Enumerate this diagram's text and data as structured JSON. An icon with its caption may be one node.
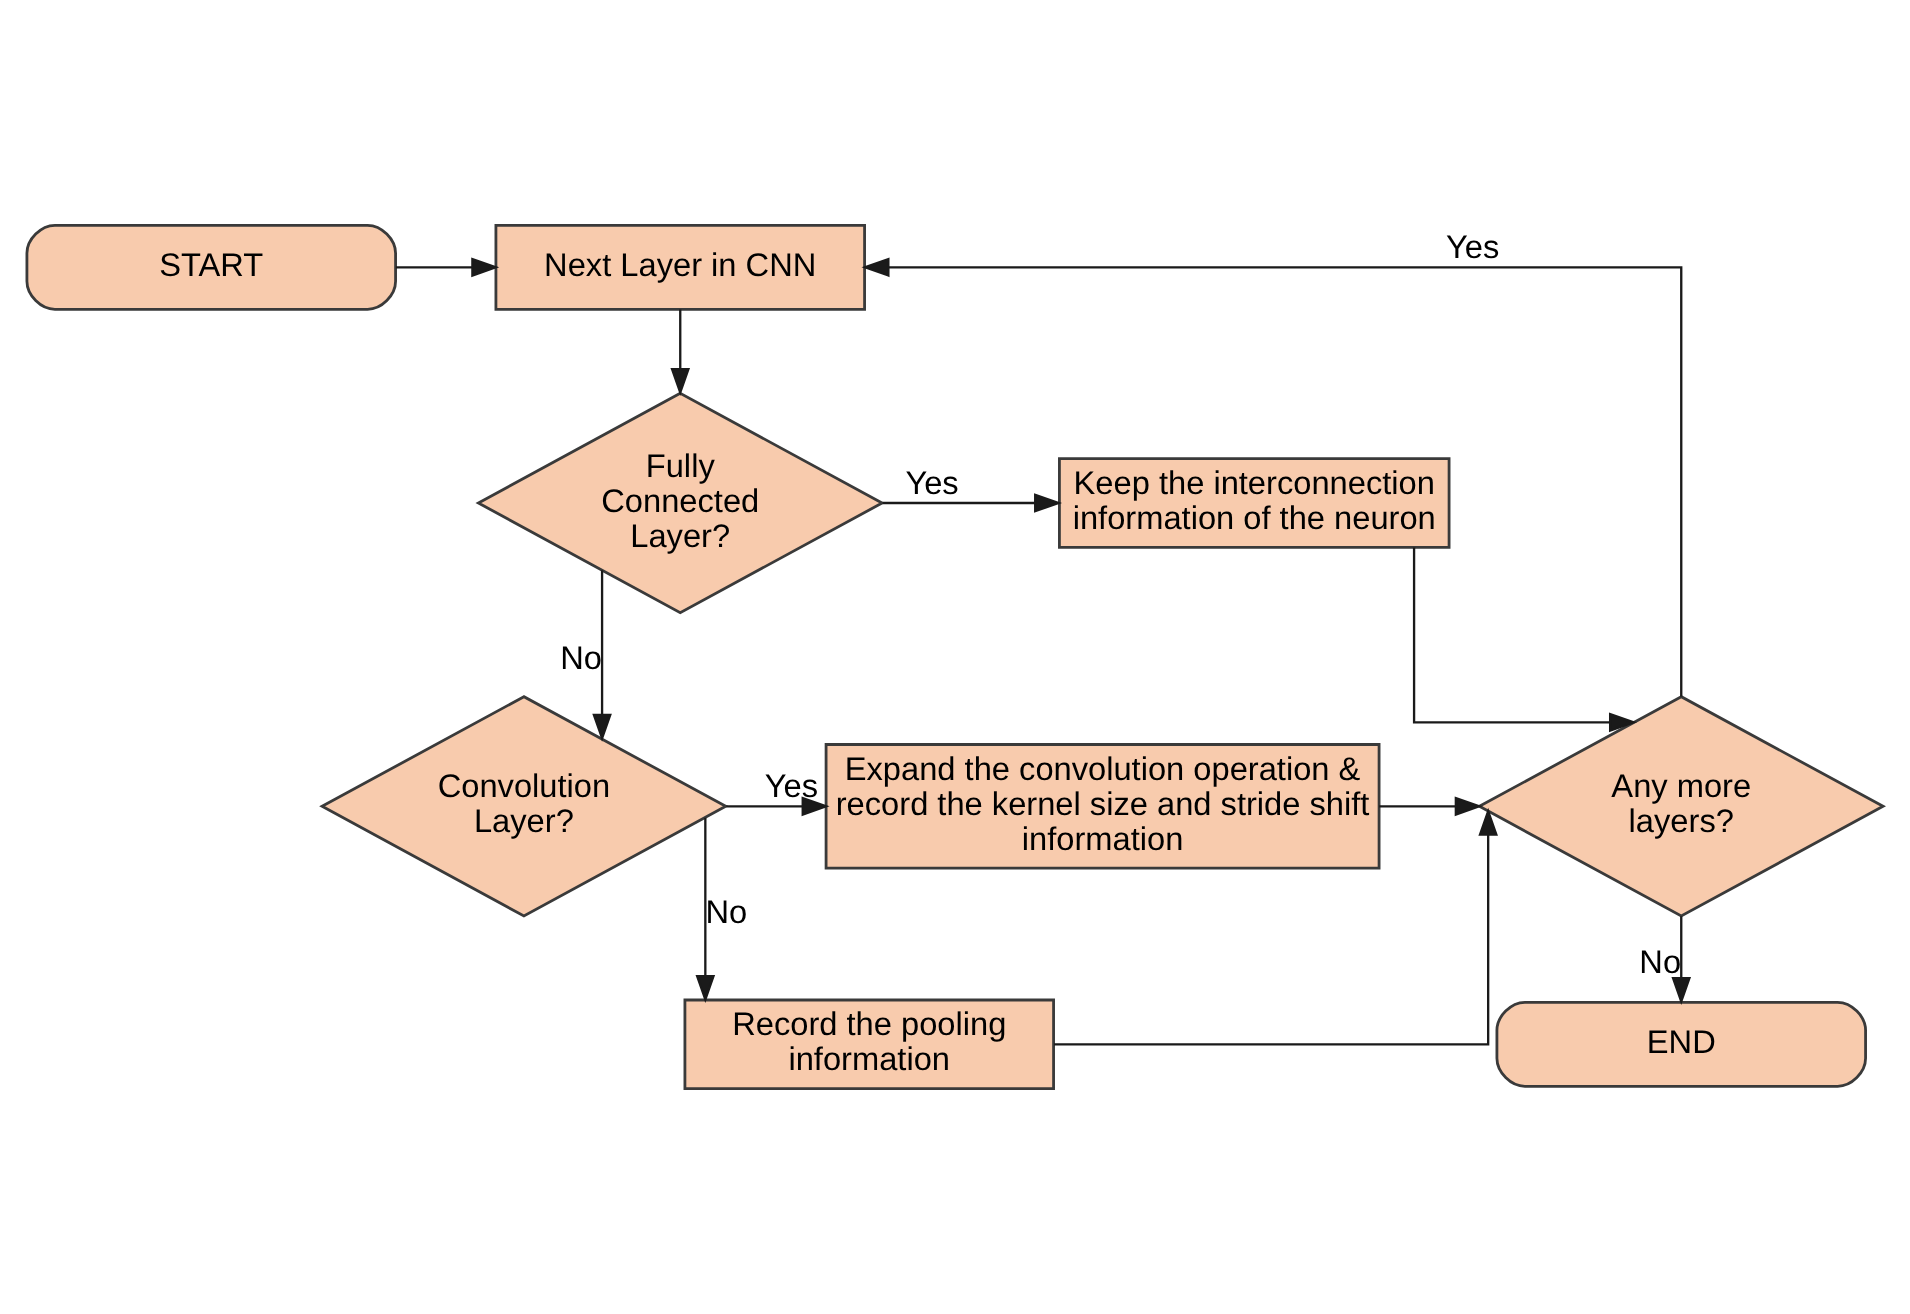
{
  "diagram": {
    "nodes": [
      {
        "text": [
          "START"
        ]
      },
      {
        "text": [
          "Next Layer in CNN"
        ]
      },
      {
        "text": [
          "Fully Connected Layer?"
        ]
      },
      {
        "text": [
          "Keep the interconnection information of the neuron"
        ]
      },
      {
        "text": [
          "Convolution Layer?"
        ]
      },
      {
        "text": [
          "Expand the convolution operation & record the kernel size and stride shift information"
        ]
      },
      {
        "text": [
          "Record the pooling information"
        ]
      },
      {
        "text": [
          "Any more layers?"
        ]
      },
      {
        "text": [
          "END"
        ]
      }
    ],
    "edges": [
      {
        "from": 0,
        "to": 1,
        "arrow": "to"
      },
      {
        "from": 1,
        "to": 2,
        "arrow": "to"
      },
      {
        "from": 2,
        "to": 3,
        "arrow": "to",
        "label": "Yes"
      },
      {
        "from": 2,
        "to": 4,
        "arrow": "to",
        "label": "No"
      },
      {
        "from": 4,
        "to": 5,
        "arrow": "to",
        "label": "Yes"
      },
      {
        "from": 4,
        "to": 6,
        "arrow": "to",
        "label": "No"
      },
      {
        "from": 3,
        "to": 7,
        "arrow": "to"
      },
      {
        "from": 5,
        "to": 7,
        "arrow": "to"
      },
      {
        "from": 6,
        "to": 7,
        "arrow": "to"
      },
      {
        "from": 7,
        "to": 1,
        "arrow": "to",
        "label": "Yes"
      },
      {
        "from": 7,
        "to": 8,
        "arrow": "to",
        "label": "No"
      }
    ]
  }
}
